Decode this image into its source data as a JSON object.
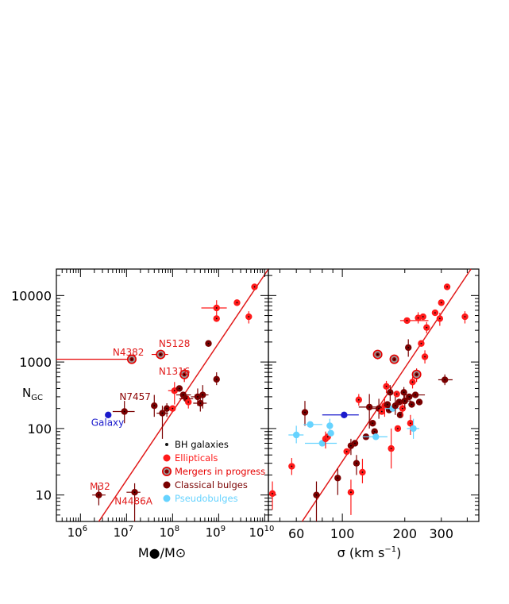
{
  "chart_data": [
    {
      "type": "scatter",
      "xscale": "log",
      "yscale": "log",
      "xlim": [
        300000,
        12000000000
      ],
      "ylim": [
        4,
        25000
      ],
      "xlabel": "M●/M⊙",
      "ylabel": "N",
      "ylabel_sub": "GC",
      "xticklabels": [
        {
          "x": 1000000,
          "base": "10",
          "exp": "6"
        },
        {
          "x": 10000000,
          "base": "10",
          "exp": "7"
        },
        {
          "x": 100000000,
          "base": "10",
          "exp": "8"
        },
        {
          "x": 1000000000,
          "base": "10",
          "exp": "9"
        },
        {
          "x": 10000000000,
          "base": "10",
          "exp": "10"
        }
      ],
      "yticklabels": [
        {
          "y": 10,
          "label": "10"
        },
        {
          "y": 100,
          "label": "100"
        },
        {
          "y": 1000,
          "label": "1000"
        },
        {
          "y": 10000,
          "label": "10000"
        }
      ],
      "fit": {
        "x": [
          2500000,
          12000000000
        ],
        "y": [
          4,
          25000
        ],
        "color": "#e11919"
      },
      "legend": {
        "placement": "bottom-right",
        "entries": [
          {
            "label": "BH galaxies",
            "color": "#111111",
            "marker": "dot"
          },
          {
            "label": "Ellipticals",
            "color": "#ff1a1a",
            "marker": "circle"
          },
          {
            "label": "Mergers in progress",
            "color": "#e60000",
            "marker": "ringed"
          },
          {
            "label": "Classical bulges",
            "color": "#7a0000",
            "marker": "circle"
          },
          {
            "label": "Pseudobulges",
            "color": "#66d3ff",
            "marker": "circle"
          }
        ]
      },
      "annotations": [
        {
          "text": "N4382",
          "x": 5000000,
          "y": 1250,
          "color": "#e11919"
        },
        {
          "text": "N5128",
          "x": 50000000,
          "y": 1700,
          "color": "#e11919"
        },
        {
          "text": "N1316",
          "x": 50000000,
          "y": 650,
          "color": "#e11919"
        },
        {
          "text": "N7457",
          "x": 7000000,
          "y": 270,
          "color": "#8b0000"
        },
        {
          "text": "Galaxy",
          "x": 1700000,
          "y": 110,
          "color": "#1a1acc"
        },
        {
          "text": "M32",
          "x": 1600000,
          "y": 12,
          "color": "#e11919"
        },
        {
          "text": "N4486A",
          "x": 5500000,
          "y": 7.2,
          "color": "#e11919"
        }
      ],
      "points": [
        {
          "x": 2500000,
          "y": 10,
          "cls": "bulge",
          "xe": [
            1800000,
            3500000
          ],
          "ye": [
            7,
            14
          ]
        },
        {
          "x": 4000000,
          "y": 160,
          "cls": "pseudo",
          "color": "#1a1acc"
        },
        {
          "x": 9000000,
          "y": 180,
          "cls": "bulge",
          "xe": [
            5000000,
            15000000
          ],
          "ye": [
            120,
            260
          ]
        },
        {
          "x": 13000000,
          "y": 1100,
          "cls": "merger",
          "xe": [
            250000,
            16000000
          ]
        },
        {
          "x": 15000000,
          "y": 11,
          "cls": "bulge",
          "xe": [
            10000000,
            20000000
          ],
          "ye": [
            4,
            15
          ]
        },
        {
          "x": 55000000,
          "y": 1300,
          "cls": "merger",
          "xe": [
            35000000,
            80000000
          ],
          "ye": [
            1100,
            1500
          ]
        },
        {
          "x": 60000000,
          "y": 170,
          "cls": "bulge",
          "xe": [
            45000000,
            80000000
          ],
          "ye": [
            70,
            220
          ]
        },
        {
          "x": 75000000,
          "y": 200,
          "cls": "bulge",
          "ye": [
            150,
            240
          ]
        },
        {
          "x": 40000000,
          "y": 220,
          "cls": "bulge",
          "ye": [
            150,
            320
          ]
        },
        {
          "x": 100000000,
          "y": 200,
          "cls": "ellip"
        },
        {
          "x": 110000000,
          "y": 370,
          "cls": "ellip",
          "xe": [
            80000000,
            150000000
          ],
          "ye": [
            230,
            500
          ]
        },
        {
          "x": 140000000,
          "y": 400,
          "cls": "bulge"
        },
        {
          "x": 180000000,
          "y": 650,
          "cls": "merger",
          "xe": [
            150000000,
            220000000
          ],
          "ye": [
            500,
            800
          ]
        },
        {
          "x": 170000000,
          "y": 320,
          "cls": "bulge",
          "xe": [
            120000000,
            250000000
          ]
        },
        {
          "x": 200000000,
          "y": 280,
          "cls": "bulge",
          "xe": [
            140000000,
            280000000
          ]
        },
        {
          "x": 220000000,
          "y": 250,
          "cls": "ellip",
          "ye": [
            200,
            310
          ]
        },
        {
          "x": 350000000,
          "y": 300,
          "cls": "bulge",
          "xe": [
            250000000,
            500000000
          ],
          "ye": [
            220,
            400
          ]
        },
        {
          "x": 450000000,
          "y": 320,
          "cls": "bulge",
          "xe": [
            300000000,
            600000000
          ],
          "ye": [
            200,
            450
          ]
        },
        {
          "x": 400000000,
          "y": 240,
          "cls": "bulge",
          "xe": [
            280000000,
            550000000
          ],
          "ye": [
            180,
            340
          ]
        },
        {
          "x": 600000000,
          "y": 1900,
          "cls": "bulge"
        },
        {
          "x": 900000000,
          "y": 6500,
          "cls": "ellip",
          "xe": [
            420000000,
            1500000000
          ],
          "ye": [
            5000,
            8500
          ]
        },
        {
          "x": 900000000,
          "y": 4500,
          "cls": "ellip"
        },
        {
          "x": 900000000,
          "y": 550,
          "cls": "bulge",
          "ye": [
            450,
            700
          ]
        },
        {
          "x": 2500000000,
          "y": 7800,
          "cls": "ellip"
        },
        {
          "x": 4500000000,
          "y": 4800,
          "cls": "ellip",
          "ye": [
            3800,
            5800
          ]
        },
        {
          "x": 6000000000,
          "y": 13500,
          "cls": "ellip"
        }
      ]
    },
    {
      "type": "scatter",
      "xscale": "log",
      "yscale": "log",
      "xlim": [
        44,
        455
      ],
      "ylim": [
        4,
        25000
      ],
      "xlabel": "σ  (km s",
      "xlabel_sup": "−1",
      "xlabel_end": ")",
      "xticklabels": [
        {
          "x": 60,
          "label": "60"
        },
        {
          "x": 100,
          "label": "100"
        },
        {
          "x": 200,
          "label": "200"
        },
        {
          "x": 300,
          "label": "300"
        }
      ],
      "fit": {
        "x": [
          64,
          417
        ],
        "y": [
          4,
          25000
        ],
        "color": "#e11919"
      },
      "points": [
        {
          "x": 46,
          "y": 10.5,
          "cls": "ellip",
          "ye": [
            6,
            16
          ]
        },
        {
          "x": 57,
          "y": 27,
          "cls": "ellip",
          "ye": [
            20,
            36
          ]
        },
        {
          "x": 60,
          "y": 80,
          "cls": "pseudo",
          "xe": [
            55,
            65
          ],
          "ye": [
            60,
            110
          ]
        },
        {
          "x": 66,
          "y": 175,
          "cls": "bulge",
          "ye": [
            110,
            260
          ]
        },
        {
          "x": 70,
          "y": 115,
          "cls": "pseudo",
          "xe": [
            65,
            80
          ]
        },
        {
          "x": 75,
          "y": 10,
          "cls": "bulge",
          "ye": [
            4,
            16
          ]
        },
        {
          "x": 80,
          "y": 60,
          "cls": "pseudo",
          "xe": [
            66,
            94
          ]
        },
        {
          "x": 83,
          "y": 70,
          "cls": "ellip",
          "ye": [
            50,
            90
          ]
        },
        {
          "x": 85,
          "y": 75,
          "cls": "ellip"
        },
        {
          "x": 87,
          "y": 110,
          "cls": "pseudo",
          "ye": [
            80,
            140
          ]
        },
        {
          "x": 88,
          "y": 85,
          "cls": "pseudo"
        },
        {
          "x": 95,
          "y": 18,
          "cls": "bulge",
          "ye": [
            10,
            25
          ]
        },
        {
          "x": 102,
          "y": 160,
          "cls": "pseudo",
          "color": "#1a1acc",
          "xe": [
            80,
            120
          ]
        },
        {
          "x": 105,
          "y": 45,
          "cls": "ellip"
        },
        {
          "x": 110,
          "y": 11,
          "cls": "ellip",
          "ye": [
            5,
            17
          ]
        },
        {
          "x": 110,
          "y": 55,
          "cls": "bulge",
          "ye": [
            40,
            70
          ]
        },
        {
          "x": 115,
          "y": 60,
          "cls": "bulge"
        },
        {
          "x": 117,
          "y": 30,
          "cls": "bulge",
          "ye": [
            20,
            40
          ]
        },
        {
          "x": 120,
          "y": 270,
          "cls": "ellip",
          "ye": [
            220,
            330
          ]
        },
        {
          "x": 125,
          "y": 22,
          "cls": "ellip",
          "ye": [
            15,
            35
          ]
        },
        {
          "x": 130,
          "y": 75,
          "cls": "bulge"
        },
        {
          "x": 135,
          "y": 210,
          "cls": "bulge",
          "xe": [
            120,
            150
          ],
          "ye": [
            100,
            330
          ]
        },
        {
          "x": 140,
          "y": 120,
          "cls": "bulge"
        },
        {
          "x": 143,
          "y": 90,
          "cls": "bulge"
        },
        {
          "x": 145,
          "y": 75,
          "cls": "pseudo",
          "xe": [
            125,
            165
          ]
        },
        {
          "x": 148,
          "y": 1300,
          "cls": "merger",
          "ye": [
            1100,
            1500
          ]
        },
        {
          "x": 150,
          "y": 200,
          "cls": "bulge",
          "xe": [
            135,
            165
          ],
          "ye": [
            140,
            280
          ]
        },
        {
          "x": 155,
          "y": 180,
          "cls": "ellip"
        },
        {
          "x": 160,
          "y": 220,
          "cls": "ellip",
          "ye": [
            150,
            300
          ]
        },
        {
          "x": 163,
          "y": 430,
          "cls": "ellip",
          "ye": [
            340,
            520
          ]
        },
        {
          "x": 165,
          "y": 230,
          "cls": "bulge"
        },
        {
          "x": 168,
          "y": 190,
          "cls": "bulge"
        },
        {
          "x": 170,
          "y": 350,
          "cls": "bulge",
          "ye": [
            260,
            450
          ]
        },
        {
          "x": 172,
          "y": 50,
          "cls": "ellip",
          "ye": [
            25,
            100
          ]
        },
        {
          "x": 175,
          "y": 200,
          "cls": "pseudo",
          "xe": [
            160,
            190
          ]
        },
        {
          "x": 178,
          "y": 1100,
          "cls": "merger"
        },
        {
          "x": 180,
          "y": 220,
          "cls": "bulge",
          "ye": [
            160,
            300
          ]
        },
        {
          "x": 183,
          "y": 330,
          "cls": "ellip"
        },
        {
          "x": 185,
          "y": 100,
          "cls": "ellip"
        },
        {
          "x": 188,
          "y": 250,
          "cls": "bulge"
        },
        {
          "x": 190,
          "y": 160,
          "cls": "bulge"
        },
        {
          "x": 195,
          "y": 200,
          "cls": "ellip",
          "ye": [
            150,
            260
          ]
        },
        {
          "x": 198,
          "y": 350,
          "cls": "bulge",
          "ye": [
            280,
            420
          ]
        },
        {
          "x": 200,
          "y": 260,
          "cls": "bulge",
          "xe": [
            185,
            215
          ],
          "ye": [
            200,
            330
          ]
        },
        {
          "x": 205,
          "y": 4200,
          "cls": "ellip",
          "xe": [
            190,
            260
          ]
        },
        {
          "x": 208,
          "y": 1650,
          "cls": "bulge",
          "ye": [
            1200,
            2200
          ]
        },
        {
          "x": 210,
          "y": 300,
          "cls": "bulge"
        },
        {
          "x": 213,
          "y": 120,
          "cls": "ellip",
          "ye": [
            80,
            160
          ]
        },
        {
          "x": 216,
          "y": 230,
          "cls": "bulge"
        },
        {
          "x": 218,
          "y": 500,
          "cls": "ellip",
          "ye": [
            400,
            600
          ]
        },
        {
          "x": 220,
          "y": 100,
          "cls": "pseudo",
          "xe": [
            205,
            235
          ],
          "ye": [
            70,
            140
          ]
        },
        {
          "x": 225,
          "y": 320,
          "cls": "bulge",
          "xe": [
            200,
            250
          ]
        },
        {
          "x": 228,
          "y": 650,
          "cls": "merger",
          "ye": [
            500,
            800
          ]
        },
        {
          "x": 232,
          "y": 4600,
          "cls": "ellip",
          "ye": [
            3800,
            5600
          ]
        },
        {
          "x": 235,
          "y": 250,
          "cls": "bulge"
        },
        {
          "x": 240,
          "y": 1900,
          "cls": "ellip"
        },
        {
          "x": 245,
          "y": 4800,
          "cls": "ellip"
        },
        {
          "x": 250,
          "y": 1200,
          "cls": "ellip",
          "ye": [
            950,
            1500
          ]
        },
        {
          "x": 255,
          "y": 3300,
          "cls": "ellip",
          "ye": [
            2700,
            4000
          ]
        },
        {
          "x": 280,
          "y": 5500,
          "cls": "ellip"
        },
        {
          "x": 295,
          "y": 4500,
          "cls": "ellip",
          "ye": [
            3500,
            5500
          ]
        },
        {
          "x": 300,
          "y": 7800,
          "cls": "ellip"
        },
        {
          "x": 312,
          "y": 540,
          "cls": "bulge",
          "xe": [
            290,
            340
          ],
          "ye": [
            450,
            650
          ]
        },
        {
          "x": 320,
          "y": 13500,
          "cls": "ellip"
        },
        {
          "x": 390,
          "y": 4800,
          "cls": "ellip",
          "ye": [
            3800,
            5800
          ]
        }
      ]
    }
  ]
}
